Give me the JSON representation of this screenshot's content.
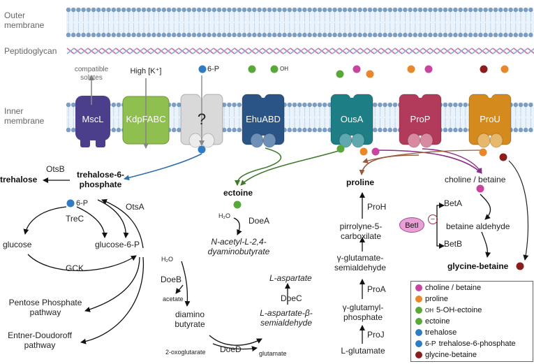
{
  "membranes": {
    "outer": "Outer\nmembrane",
    "peptidoglycan": "Peptidoglycan",
    "inner": "Inner\nmembrane"
  },
  "transporters": {
    "mscl": "MscL",
    "kdp": "KdpFABC",
    "unknown": "?",
    "ehu": "EhuABD",
    "ousa": "OusA",
    "prop": "ProP",
    "prou": "ProU"
  },
  "top_labels": {
    "compatible_solutes": "compatible\nsolutes",
    "high_k": "High [K⁺]",
    "six_p": "6-P",
    "oh": "OH"
  },
  "trehalose_path": {
    "otsb": "OtsB",
    "trehalose": "trehalose",
    "t6p": "trehalose-6-\nphosphate",
    "six_p": "6-P",
    "otsa": "OtsA",
    "trec": "TreC",
    "glucose": "glucose",
    "g6p": "glucose-6-P",
    "gck": "GCK",
    "ppp": "Pentose Phosphate\npathway",
    "ed": "Entner-Doudoroff\npathway"
  },
  "ectoine_path": {
    "ectoine": "ectoine",
    "h2o": "H₂O",
    "doea": "DoeA",
    "nacetyl": "N-acetyl-L-2,4-\ndyaminobutyrate",
    "h2o_2": "H₂O",
    "doeb": "DoeB",
    "acetate": "acetate",
    "diamino": "diamino\nbutyrate",
    "oxoglutarate": "2-oxoglutarate",
    "doed": "DoeD",
    "glutamate": "glutamate",
    "aspartate_semi": "L-aspartate-β-\nsemialdehyde",
    "doec": "DoeC",
    "l_aspartate": "L-aspartate"
  },
  "proline_path": {
    "proline": "proline",
    "proh": "ProH",
    "p5c": "pirrolyne-5-\ncarboxilate",
    "gsa": "γ-glutamate-\nsemialdehyde",
    "proa": "ProA",
    "gp": "γ-glutamyl-\nphosphate",
    "proj": "ProJ",
    "lglu": "L-glutamate"
  },
  "betaine_path": {
    "choline": "choline / betaine",
    "beta": "BetA",
    "beti": "BetI",
    "inhib": "−",
    "aldehyde": "betaine aldehyde",
    "betb": "BetB",
    "gb": "glycine-betaine"
  },
  "legend": [
    {
      "label": "choline / betaine",
      "color": "#c8449e",
      "tag": ""
    },
    {
      "label": "proline",
      "color": "#e8882a",
      "tag": ""
    },
    {
      "label": "5-OH-ectoine",
      "color": "#5aa83a",
      "tag": "OH"
    },
    {
      "label": "ectoine",
      "color": "#5aa83a",
      "tag": ""
    },
    {
      "label": "trehalose",
      "color": "#2f7cc4",
      "tag": ""
    },
    {
      "label": "trehalose-6-phosphate",
      "color": "#2f7cc4",
      "tag": "6-P"
    },
    {
      "label": "glycine-betaine",
      "color": "#8b1d1d",
      "tag": ""
    }
  ],
  "colors": {
    "mscl": "#4b3f8c",
    "kdp": "#8fbf4f",
    "unknown": "#d9d9d9",
    "ehu": "#2a5486",
    "ousa": "#1d7e85",
    "prop": "#b23a5a",
    "prou": "#d48a1c",
    "choline": "#c8449e",
    "proline": "#e8882a",
    "ectoine": "#5aa83a",
    "trehalose": "#2f7cc4",
    "glycine_betaine": "#8b1d1d"
  }
}
